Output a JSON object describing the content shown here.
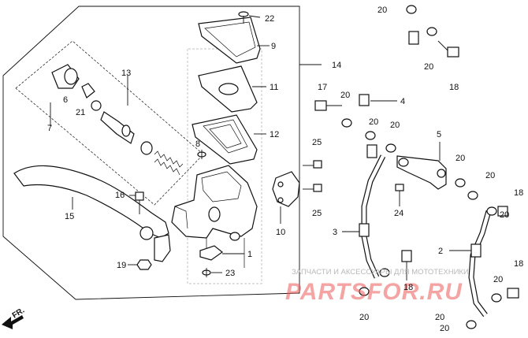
{
  "labels": {
    "l1": "1",
    "l2": "2",
    "l3": "3",
    "l4": "4",
    "l5": "5",
    "l6": "6",
    "l7": "7",
    "l8": "8",
    "l9": "9",
    "l10": "10",
    "l11": "11",
    "l12": "12",
    "l13": "13",
    "l14": "14",
    "l15": "15",
    "l16": "16",
    "l17": "17",
    "l18a": "18",
    "l18b": "18",
    "l18c": "18",
    "l18d": "18",
    "l19": "19",
    "l20a": "20",
    "l20b": "20",
    "l20c": "20",
    "l20d": "20",
    "l20e": "20",
    "l20f": "20",
    "l20g": "20",
    "l20h": "20",
    "l20i": "20",
    "l20j": "20",
    "l20k": "20",
    "l20l": "20",
    "l21": "21",
    "l22": "22",
    "l23": "23",
    "l24": "24",
    "l25a": "25",
    "l25b": "25"
  },
  "direction": {
    "label": "FR."
  },
  "watermark": {
    "line1": "ЗАПЧАСТИ И АКСЕССУАРЫ ДЛЯ МОТОТЕХНИКИ",
    "line2": "PARTSFOR.RU"
  }
}
